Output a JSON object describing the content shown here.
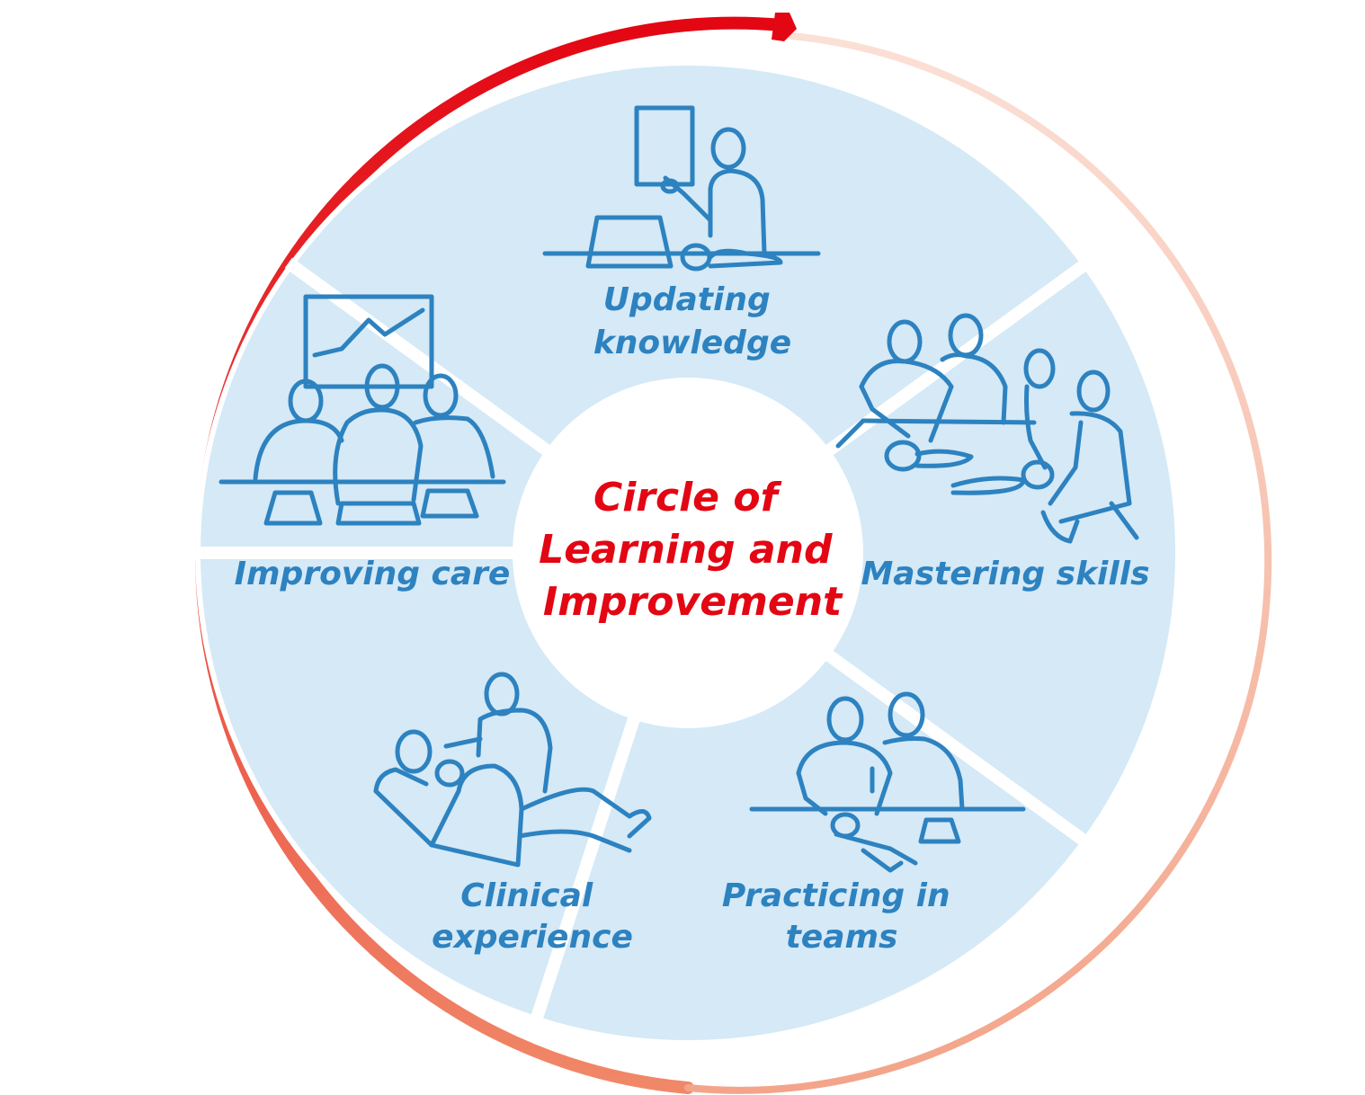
{
  "center": {
    "lines": [
      "Circle of",
      "Learning and",
      "Improvement"
    ]
  },
  "segments": [
    {
      "id": "updating-knowledge",
      "lines": [
        "Updating",
        "knowledge"
      ]
    },
    {
      "id": "mastering-skills",
      "lines": [
        "Mastering skills"
      ]
    },
    {
      "id": "practicing-in-teams",
      "lines": [
        "Practicing in",
        "teams"
      ]
    },
    {
      "id": "clinical-experience",
      "lines": [
        "Clinical",
        "experience"
      ]
    },
    {
      "id": "improving-care",
      "lines": [
        "Improving care"
      ]
    }
  ],
  "icons": {
    "updating-knowledge": "presentation-teacher-icon",
    "mastering-skills": "skills-training-group-icon",
    "practicing-in-teams": "team-resuscitation-icon",
    "clinical-experience": "patient-care-icon",
    "improving-care": "meeting-chart-icon"
  },
  "colors": {
    "segment_fill": "#d5e9f6",
    "icon_stroke": "#2d82c0",
    "label_text": "#2d82c0",
    "center_text": "#e30613",
    "arrow_start": "#e30613",
    "arrow_end": "#f7c6b4"
  }
}
